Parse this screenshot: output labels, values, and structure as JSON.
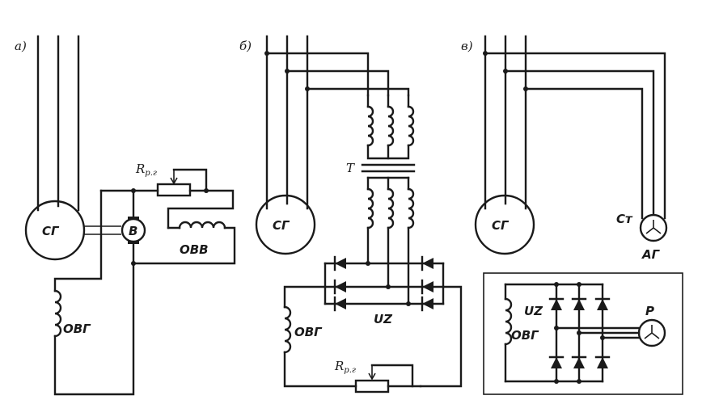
{
  "panels": {
    "a": {
      "label": "а)",
      "generator": "СГ",
      "exciter": "В",
      "rheostat_main": "R",
      "rheostat_sub": "р.г",
      "exciter_winding": "ОВВ",
      "field_winding": "ОВГ"
    },
    "b": {
      "label": "б)",
      "generator": "СГ",
      "transformer": "Т",
      "rectifier": "UZ",
      "field_winding": "ОВГ",
      "rheostat_main": "R",
      "rheostat_sub": "р.г"
    },
    "c": {
      "label": "в)",
      "generator": "СГ",
      "stator_label": "Ст",
      "aux_generator": "АГ",
      "rectifier": "UZ",
      "field_winding": "ОВГ",
      "rotor_label": "Р"
    }
  }
}
